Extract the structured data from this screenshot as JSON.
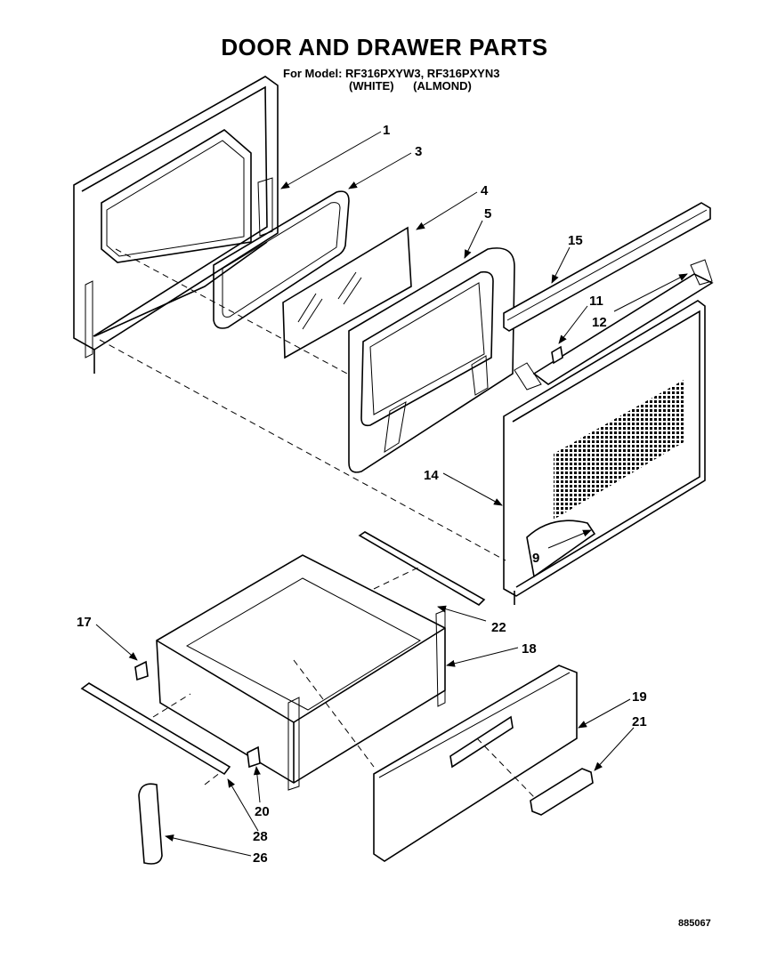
{
  "title": "DOOR AND DRAWER PARTS",
  "model_line": "For Model: RF316PXYW3, RF316PXYN3",
  "colors": [
    "(WHITE)",
    "(ALMOND)"
  ],
  "doc_number": "885067",
  "callouts": [
    {
      "id": "c1",
      "label": "1"
    },
    {
      "id": "c3",
      "label": "3"
    },
    {
      "id": "c4",
      "label": "4"
    },
    {
      "id": "c5",
      "label": "5"
    },
    {
      "id": "c15",
      "label": "15"
    },
    {
      "id": "c11",
      "label": "11"
    },
    {
      "id": "c12",
      "label": "12"
    },
    {
      "id": "c14",
      "label": "14"
    },
    {
      "id": "c9",
      "label": "9"
    },
    {
      "id": "c17",
      "label": "17"
    },
    {
      "id": "c22",
      "label": "22"
    },
    {
      "id": "c18",
      "label": "18"
    },
    {
      "id": "c19",
      "label": "19"
    },
    {
      "id": "c21",
      "label": "21"
    },
    {
      "id": "c20",
      "label": "20"
    },
    {
      "id": "c28",
      "label": "28"
    },
    {
      "id": "c26",
      "label": "26"
    }
  ]
}
